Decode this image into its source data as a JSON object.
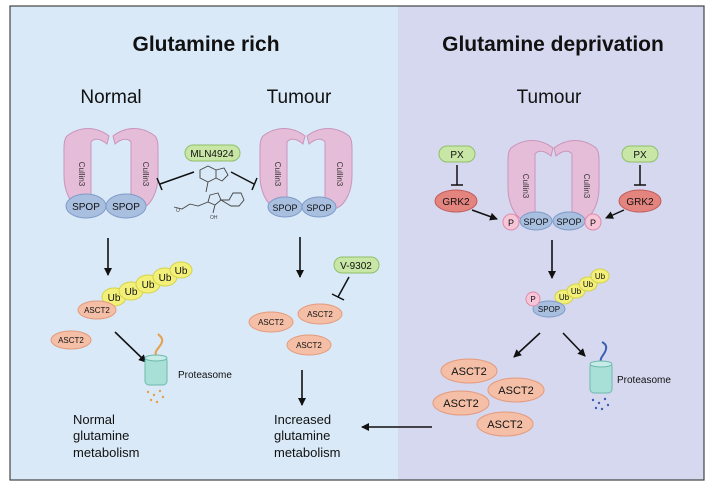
{
  "panels": {
    "left": {
      "title": "Glutamine rich",
      "bg": "#d9e9f7"
    },
    "right": {
      "title": "Glutamine deprivation",
      "bg": "#d5d8ee"
    }
  },
  "conditions": {
    "normal": "Normal",
    "tumour_left": "Tumour",
    "tumour_right": "Tumour"
  },
  "proteins": {
    "cullin": "Cullin3",
    "spop": "SPOP",
    "ub": "Ub",
    "asct2": "ASCT2",
    "grk2": "GRK2",
    "phospho": "P"
  },
  "drugs": {
    "mln4924": "MLN4924",
    "v9302": "V-9302",
    "px": "PX"
  },
  "proteasome_label": "Proteasome",
  "outcomes": {
    "normal": [
      "Normal",
      "glutamine",
      "metabolism"
    ],
    "increased": [
      "Increased",
      "glutamine",
      "metabolism"
    ]
  },
  "colors": {
    "cullin": "#e6bdd8",
    "cullin_stroke": "#c995bb",
    "spop": "#a9bfe0",
    "spop_stroke": "#7f9bc8",
    "ub": "#f3f07a",
    "ub_stroke": "#d6d24a",
    "asct2": "#f4bfa6",
    "asct2_stroke": "#e59a7c",
    "drug": "#c8e6a6",
    "drug_stroke": "#8fbf6a",
    "grk2": "#e4847f",
    "grk2_stroke": "#c05c58",
    "phospho": "#f6c5d7",
    "phospho_stroke": "#e08aaa",
    "proteasome": "#a8e0d7",
    "proteasome_stroke": "#6fb8ad"
  }
}
